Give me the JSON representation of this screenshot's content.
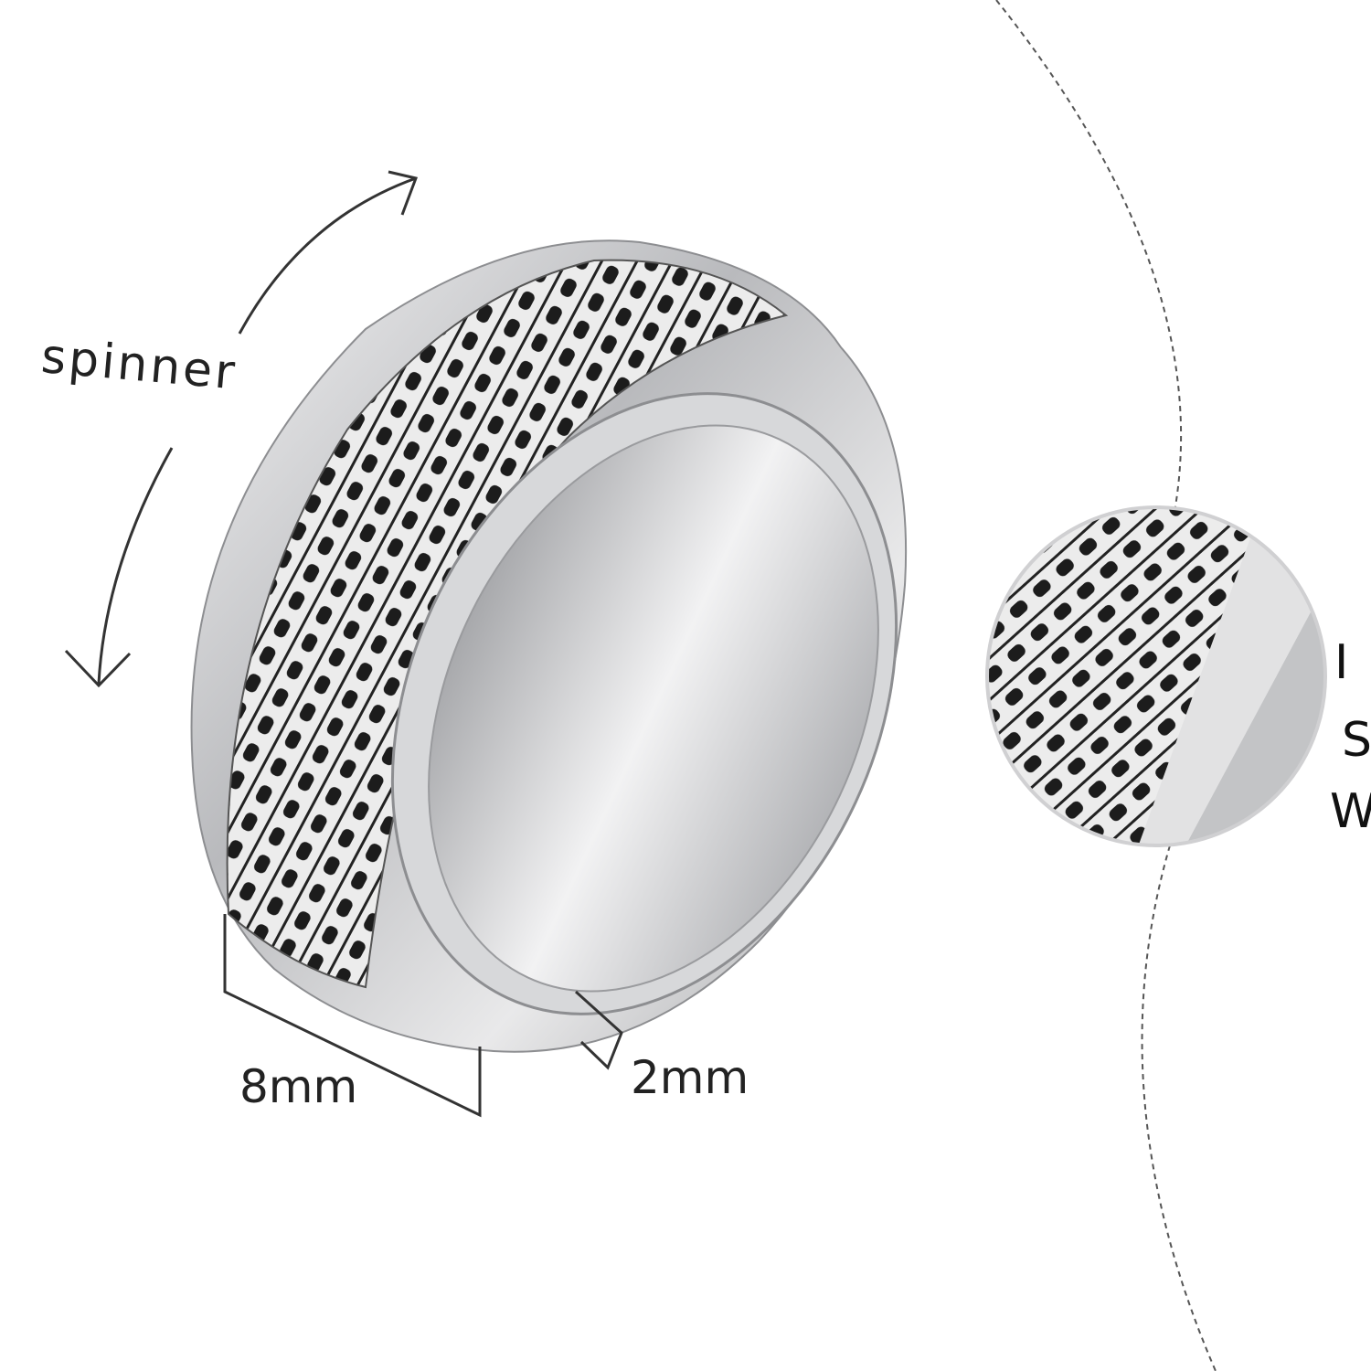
{
  "labels": {
    "spinner": "spinner",
    "width": "8mm",
    "thickness": "2mm"
  },
  "cropped_side_text": [
    "I",
    "S",
    "W"
  ],
  "colors": {
    "background": "#ffffff",
    "metal": "#c9cacc",
    "key_black": "#1c1c1c",
    "key_white": "#eeeeee",
    "annotation": "#222222"
  }
}
